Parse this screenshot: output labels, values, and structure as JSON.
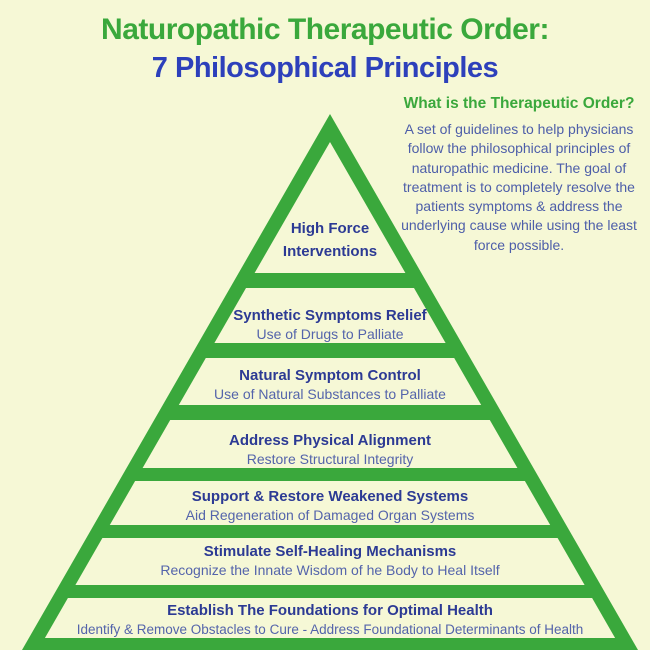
{
  "title": {
    "line1": "Naturopathic Therapeutic Order:",
    "line2": "7 Philosophical Principles"
  },
  "sidebar": {
    "heading": "What is the Therapeutic Order?",
    "body": "A set of guidelines to help physicians follow the philosophical principles of naturopathic medicine. The goal of treatment is to completely resolve the patients symptoms & address the underlying cause while using the least force possible."
  },
  "pyramid": {
    "levels": [
      {
        "heading": "High Force Interventions",
        "sub": ""
      },
      {
        "heading": "Synthetic Symptoms Relief",
        "sub": "Use of Drugs to Palliate"
      },
      {
        "heading": "Natural Symptom Control",
        "sub": "Use of Natural Substances to Palliate"
      },
      {
        "heading": "Address Physical Alignment",
        "sub": "Restore Structural Integrity"
      },
      {
        "heading": "Support & Restore Weakened Systems",
        "sub": "Aid Regeneration of Damaged Organ Systems"
      },
      {
        "heading": "Stimulate Self-Healing Mechanisms",
        "sub": "Recognize the Innate Wisdom of he Body to Heal Itself"
      },
      {
        "heading": "Establish The Foundations for Optimal Health",
        "sub": "Identify & Remove Obstacles to Cure - Address Foundational Determinants of Health"
      }
    ]
  },
  "colors": {
    "bg": "#f6f8d6",
    "pyramid-green": "#3aa83c",
    "title-green": "#3aa83c",
    "title-blue": "#2d40bb",
    "heading-navy": "#2c3a94",
    "sub-slate": "#5464ab",
    "para-slate": "#4d5ea9"
  }
}
